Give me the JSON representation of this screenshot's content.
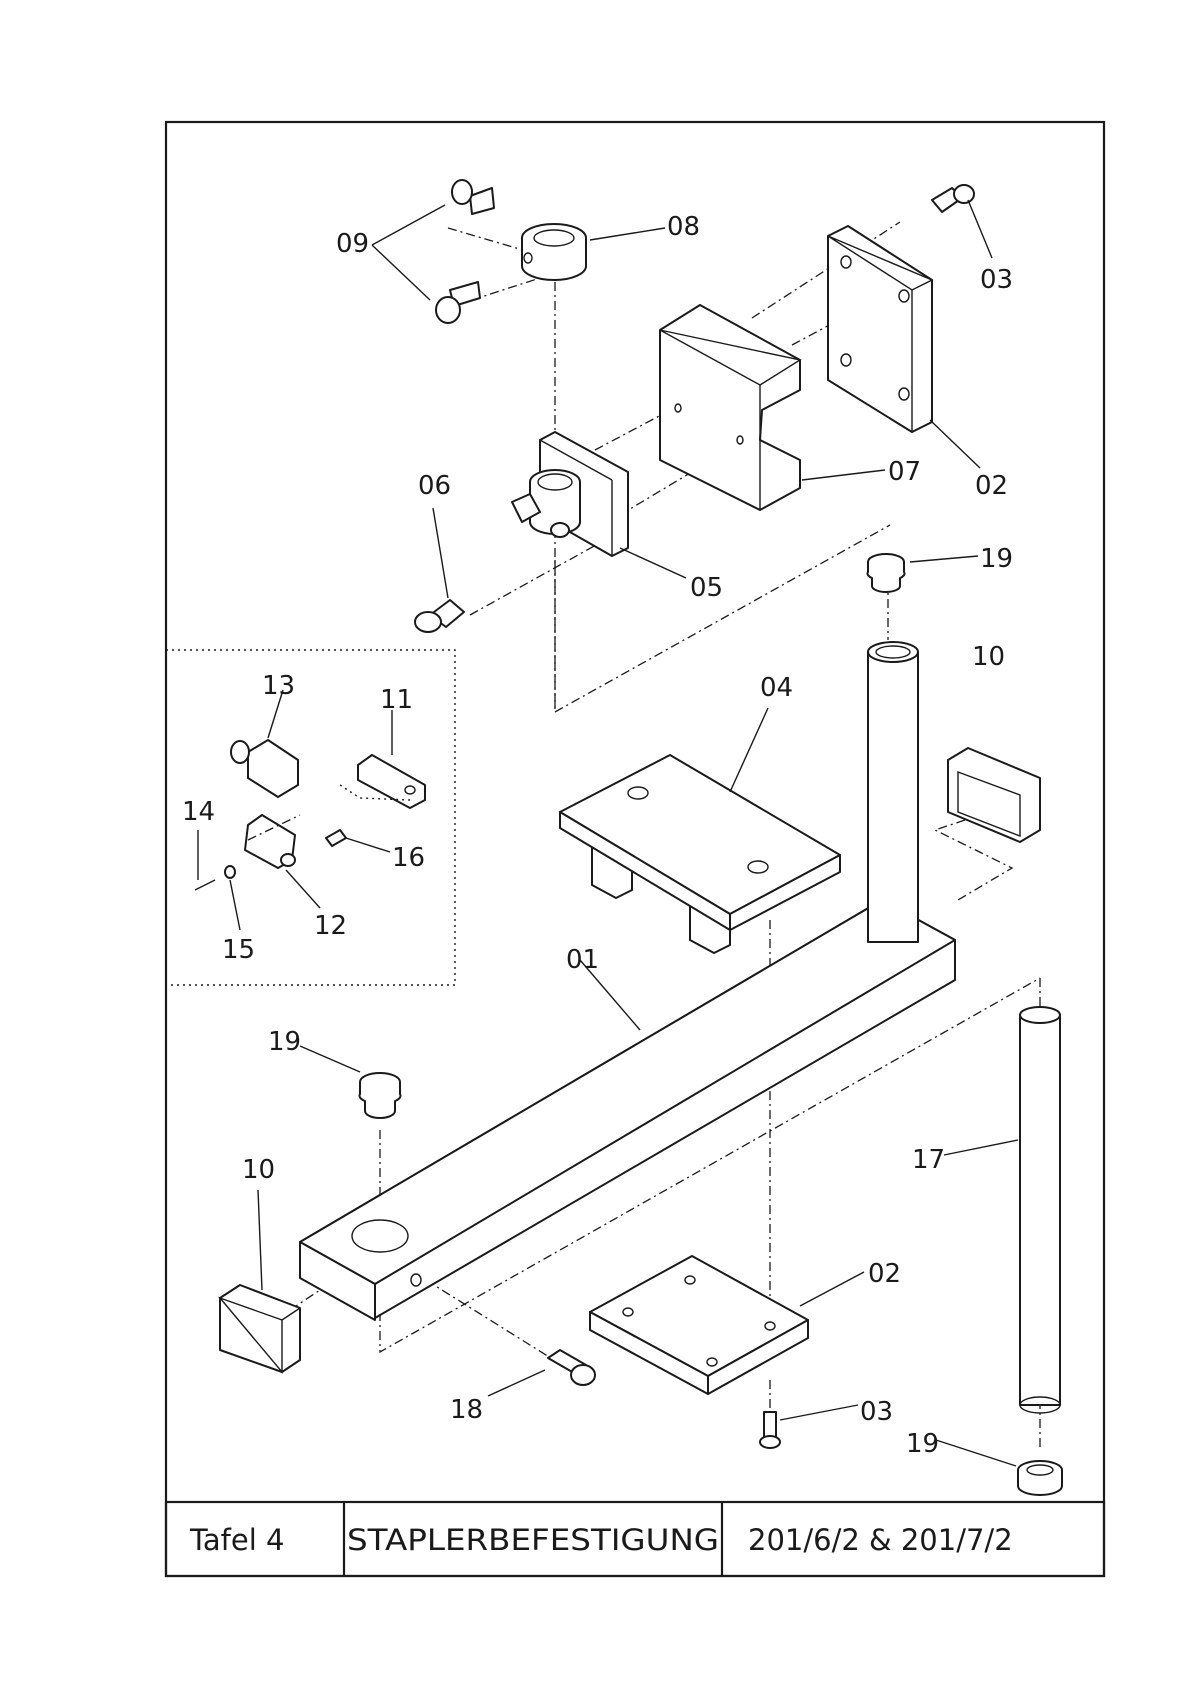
{
  "callouts": {
    "c09": "09",
    "c08": "08",
    "c03a": "03",
    "c07": "07",
    "c02a": "02",
    "c06": "06",
    "c05": "05",
    "c19a": "19",
    "c10a": "10",
    "c13": "13",
    "c11": "11",
    "c04": "04",
    "c14": "14",
    "c16": "16",
    "c12": "12",
    "c15": "15",
    "c01": "01",
    "c19b": "19",
    "c10b": "10",
    "c17": "17",
    "c02b": "02",
    "c18": "18",
    "c03b": "03",
    "c19c": "19"
  },
  "title_block": {
    "sheet": "Tafel 4",
    "title": "STAPLERBEFESTIGUNG",
    "models": "201/6/2 & 201/7/2"
  }
}
